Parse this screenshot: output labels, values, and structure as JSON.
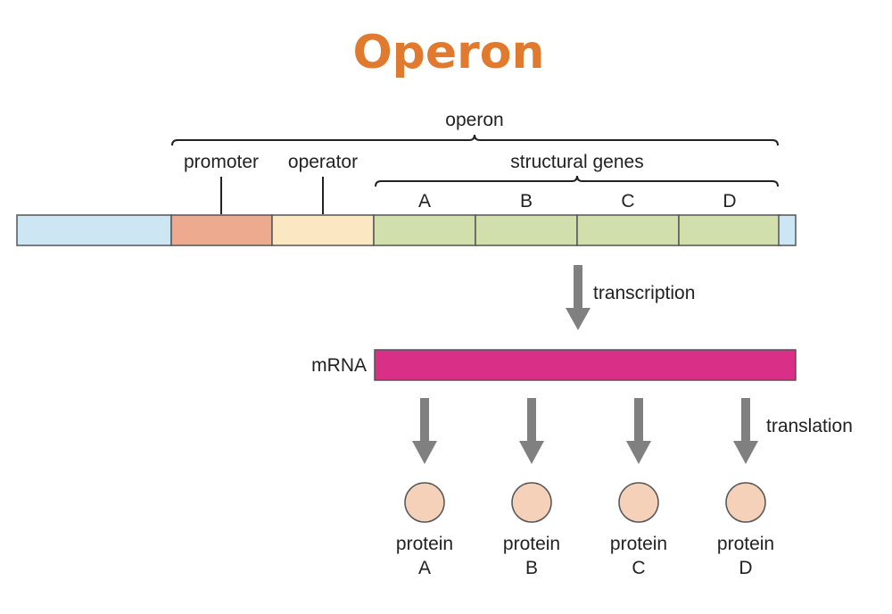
{
  "title": "Operon",
  "labels": {
    "operon": "operon",
    "promoter": "promoter",
    "operator": "operator",
    "structural_genes": "structural genes",
    "transcription": "transcription",
    "mrna": "mRNA",
    "translation": "translation"
  },
  "genes": [
    "A",
    "B",
    "C",
    "D"
  ],
  "proteins": [
    {
      "word": "protein",
      "letter": "A"
    },
    {
      "word": "protein",
      "letter": "B"
    },
    {
      "word": "protein",
      "letter": "C"
    },
    {
      "word": "protein",
      "letter": "D"
    }
  ],
  "colors": {
    "title": "#e07a2e",
    "dna_flank": "#cce7f3",
    "promoter": "#eeaa8e",
    "operator": "#fbe8c3",
    "gene": "#d1dfac",
    "mrna": "#d92f87",
    "protein": "#f6d1ba",
    "arrow": "#808080",
    "outline": "#555555"
  }
}
